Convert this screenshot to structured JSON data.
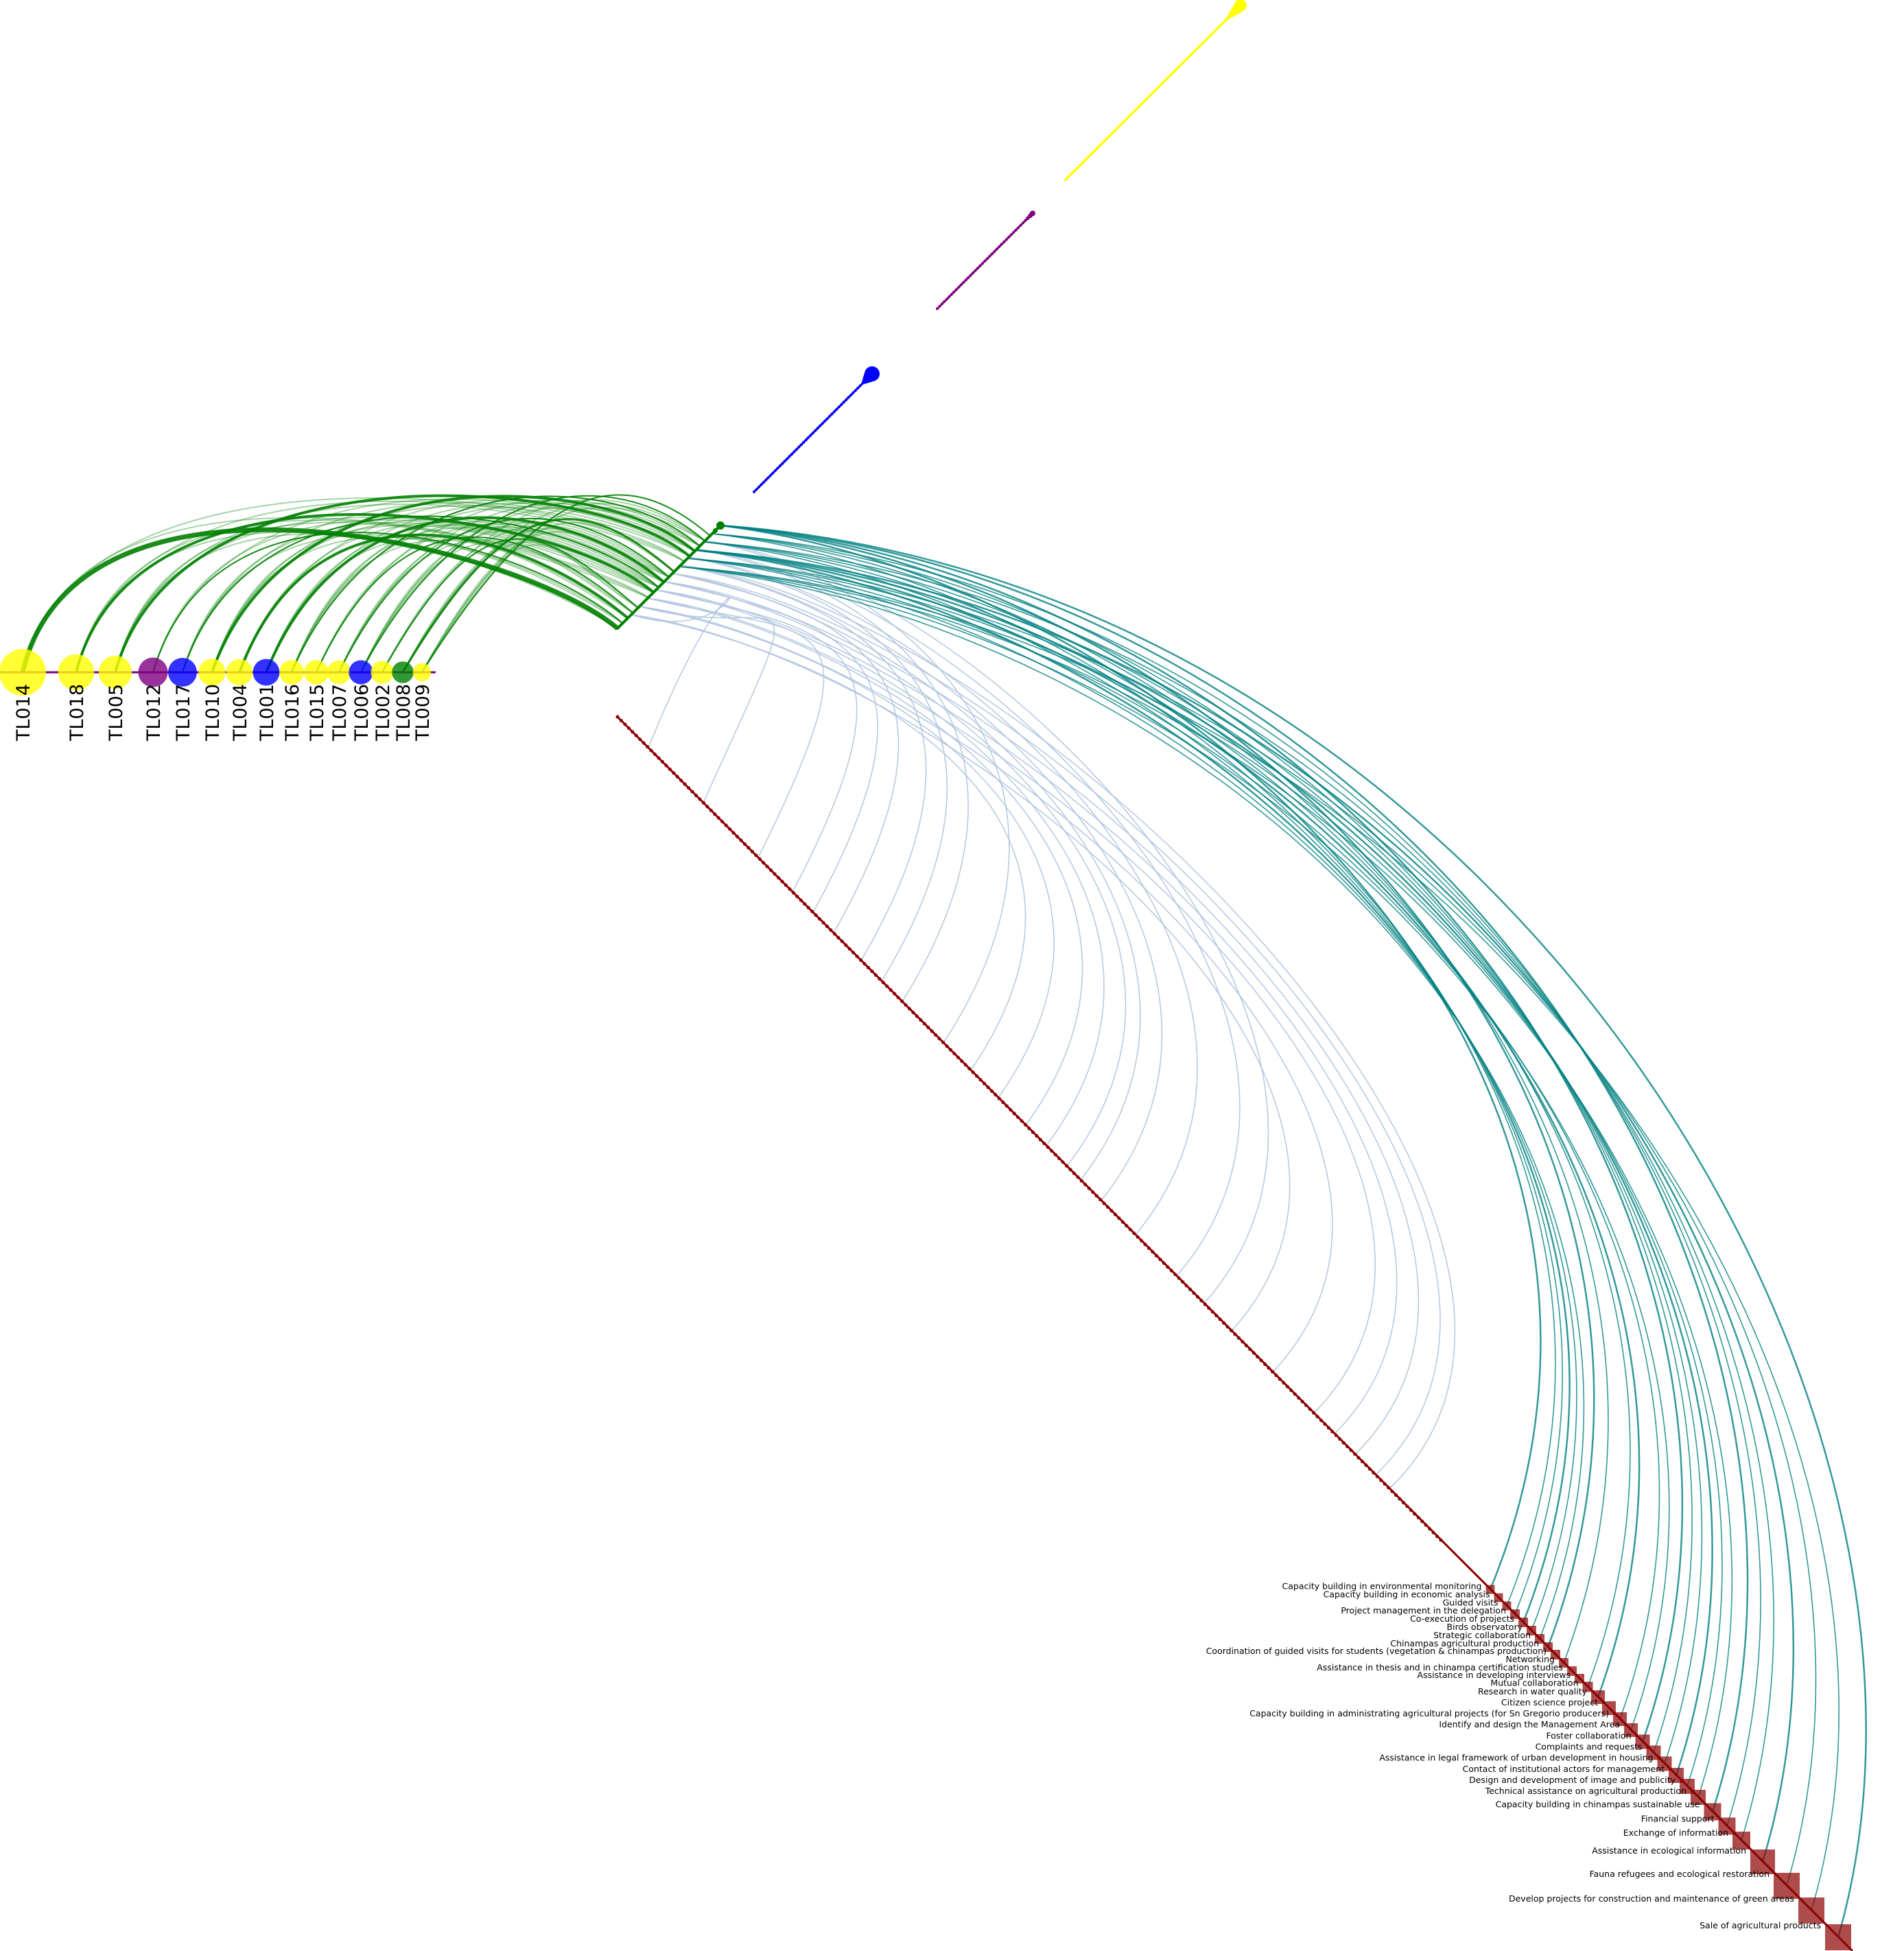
{
  "colors": {
    "yellow": "#ffff00",
    "purple": "#800080",
    "blue": "#0000ff",
    "green": "#008000",
    "darkred": "#8b0000",
    "teal_link": "#008080",
    "light_link": "#b0c4de"
  },
  "nodes": [
    {
      "id": "TL014",
      "color": "yellow",
      "size": 1.0
    },
    {
      "id": "TL018",
      "color": "yellow",
      "size": 0.7
    },
    {
      "id": "TL005",
      "color": "yellow",
      "size": 0.62
    },
    {
      "id": "TL012",
      "color": "purple",
      "size": 0.52
    },
    {
      "id": "TL017",
      "color": "blue",
      "size": 0.5
    },
    {
      "id": "TL010",
      "color": "yellow",
      "size": 0.45
    },
    {
      "id": "TL004",
      "color": "yellow",
      "size": 0.43
    },
    {
      "id": "TL001",
      "color": "blue",
      "size": 0.44
    },
    {
      "id": "TL016",
      "color": "yellow",
      "size": 0.38
    },
    {
      "id": "TL015",
      "color": "yellow",
      "size": 0.38
    },
    {
      "id": "TL007",
      "color": "yellow",
      "size": 0.36
    },
    {
      "id": "TL006",
      "color": "blue",
      "size": 0.37
    },
    {
      "id": "TL002",
      "color": "yellow",
      "size": 0.33
    },
    {
      "id": "TL008",
      "color": "green",
      "size": 0.3
    },
    {
      "id": "TL009",
      "color": "yellow",
      "size": 0.2
    }
  ],
  "categories": [
    {
      "label": "Capacity building in environmental monitoring",
      "size": 0.05
    },
    {
      "label": "Capacity building in economic analysis",
      "size": 0.05
    },
    {
      "label": "Guided visits",
      "size": 0.05
    },
    {
      "label": "Project management in the delegation",
      "size": 0.06
    },
    {
      "label": "Co-execution of projects",
      "size": 0.06
    },
    {
      "label": "Birds observatory",
      "size": 0.06
    },
    {
      "label": "Strategic collaboration",
      "size": 0.06
    },
    {
      "label": "Chinampas agricultural production",
      "size": 0.06
    },
    {
      "label": "Coordination of guided visits for students (vegetation & chinampas production)",
      "size": 0.06
    },
    {
      "label": "Networking",
      "size": 0.06
    },
    {
      "label": "Assistance in thesis and in chinampa certification studies",
      "size": 0.06
    },
    {
      "label": "Assistance in developing interviews",
      "size": 0.06
    },
    {
      "label": "Mutual collaboration",
      "size": 0.07
    },
    {
      "label": "Research in water quality",
      "size": 0.12
    },
    {
      "label": "Citizen science project",
      "size": 0.12
    },
    {
      "label": "Capacity building in administrating agricultural projects (for Sn Gregorio producers)",
      "size": 0.12
    },
    {
      "label": "Identify and design the Management Area",
      "size": 0.12
    },
    {
      "label": "Foster collaboration",
      "size": 0.13
    },
    {
      "label": "Complaints and requests",
      "size": 0.13
    },
    {
      "label": "Assistance in legal framework of urban development in housing",
      "size": 0.13
    },
    {
      "label": "Contact of institutional actors for management",
      "size": 0.14
    },
    {
      "label": "Design and development of image and publicity",
      "size": 0.14
    },
    {
      "label": "Technical assistance on agricultural production",
      "size": 0.14
    },
    {
      "label": "Capacity building in chinampas sustainable use",
      "size": 0.17
    },
    {
      "label": "Financial support",
      "size": 0.17
    },
    {
      "label": "Exchange of information",
      "size": 0.18
    },
    {
      "label": "Assistance in ecological information",
      "size": 0.28
    },
    {
      "label": "Fauna refugees and ecological restoration",
      "size": 0.3
    },
    {
      "label": "Develop projects for construction and maintenance of green areas",
      "size": 0.3
    },
    {
      "label": "Sale of agricultural products",
      "size": 0.3
    }
  ]
}
